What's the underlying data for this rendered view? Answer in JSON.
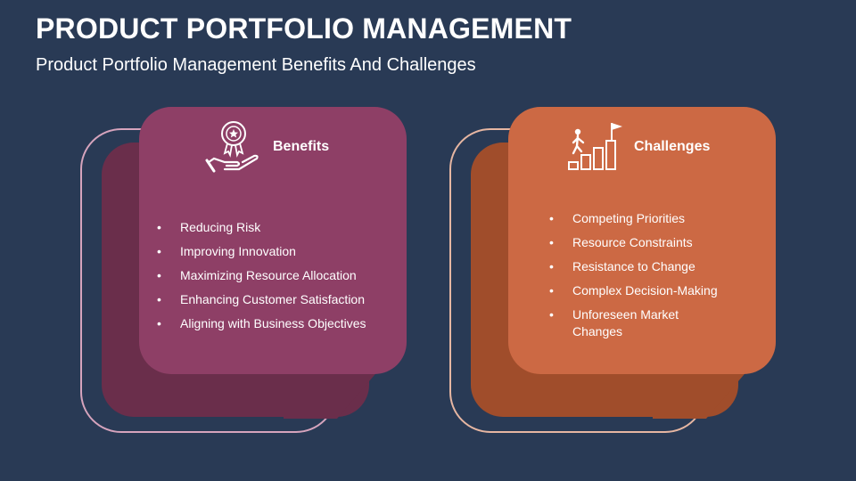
{
  "header": {
    "title": "PRODUCT PORTFOLIO MANAGEMENT",
    "subtitle": "Product Portfolio Management Benefits And Challenges"
  },
  "benefits": {
    "label": "Benefits",
    "icon": "award-hand-icon",
    "color_front": "#8e3f66",
    "color_back": "#6a2e4b",
    "color_outline": "#d6a4bd",
    "items": [
      "Reducing Risk",
      "Improving Innovation",
      "Maximizing Resource Allocation",
      "Enhancing Customer Satisfaction",
      "Aligning with Business Objectives"
    ]
  },
  "challenges": {
    "label": "Challenges",
    "icon": "climbing-stairs-flag-icon",
    "color_front": "#cc6944",
    "color_back": "#a04d2b",
    "color_outline": "#e6b6a2",
    "items": [
      "Competing Priorities",
      "Resource Constraints",
      "Resistance to Change",
      "Complex Decision-Making",
      "Unforeseen Market Changes"
    ]
  }
}
